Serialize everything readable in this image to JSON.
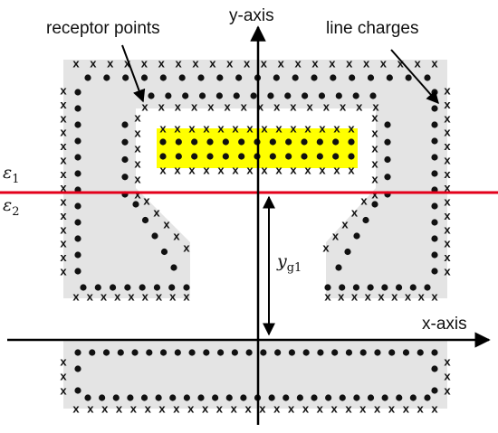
{
  "labels": {
    "receptor_points": "receptor points",
    "line_charges": "line charges",
    "y_axis": "y-axis",
    "x_axis": "x-axis",
    "eps_symbol": "ε",
    "eps_top_sub": "1",
    "eps_bottom_sub": "2",
    "yg_symbol": "y",
    "yg_sub": "g1"
  },
  "colors": {
    "region_fill": "#e4e4e4",
    "electrode_fill": "#ffff00",
    "interface_line": "#e3001b",
    "axis": "#000000",
    "marker": "#111111"
  },
  "legend": {
    "x_marker": "line charges",
    "dot_marker": "receptor points"
  }
}
